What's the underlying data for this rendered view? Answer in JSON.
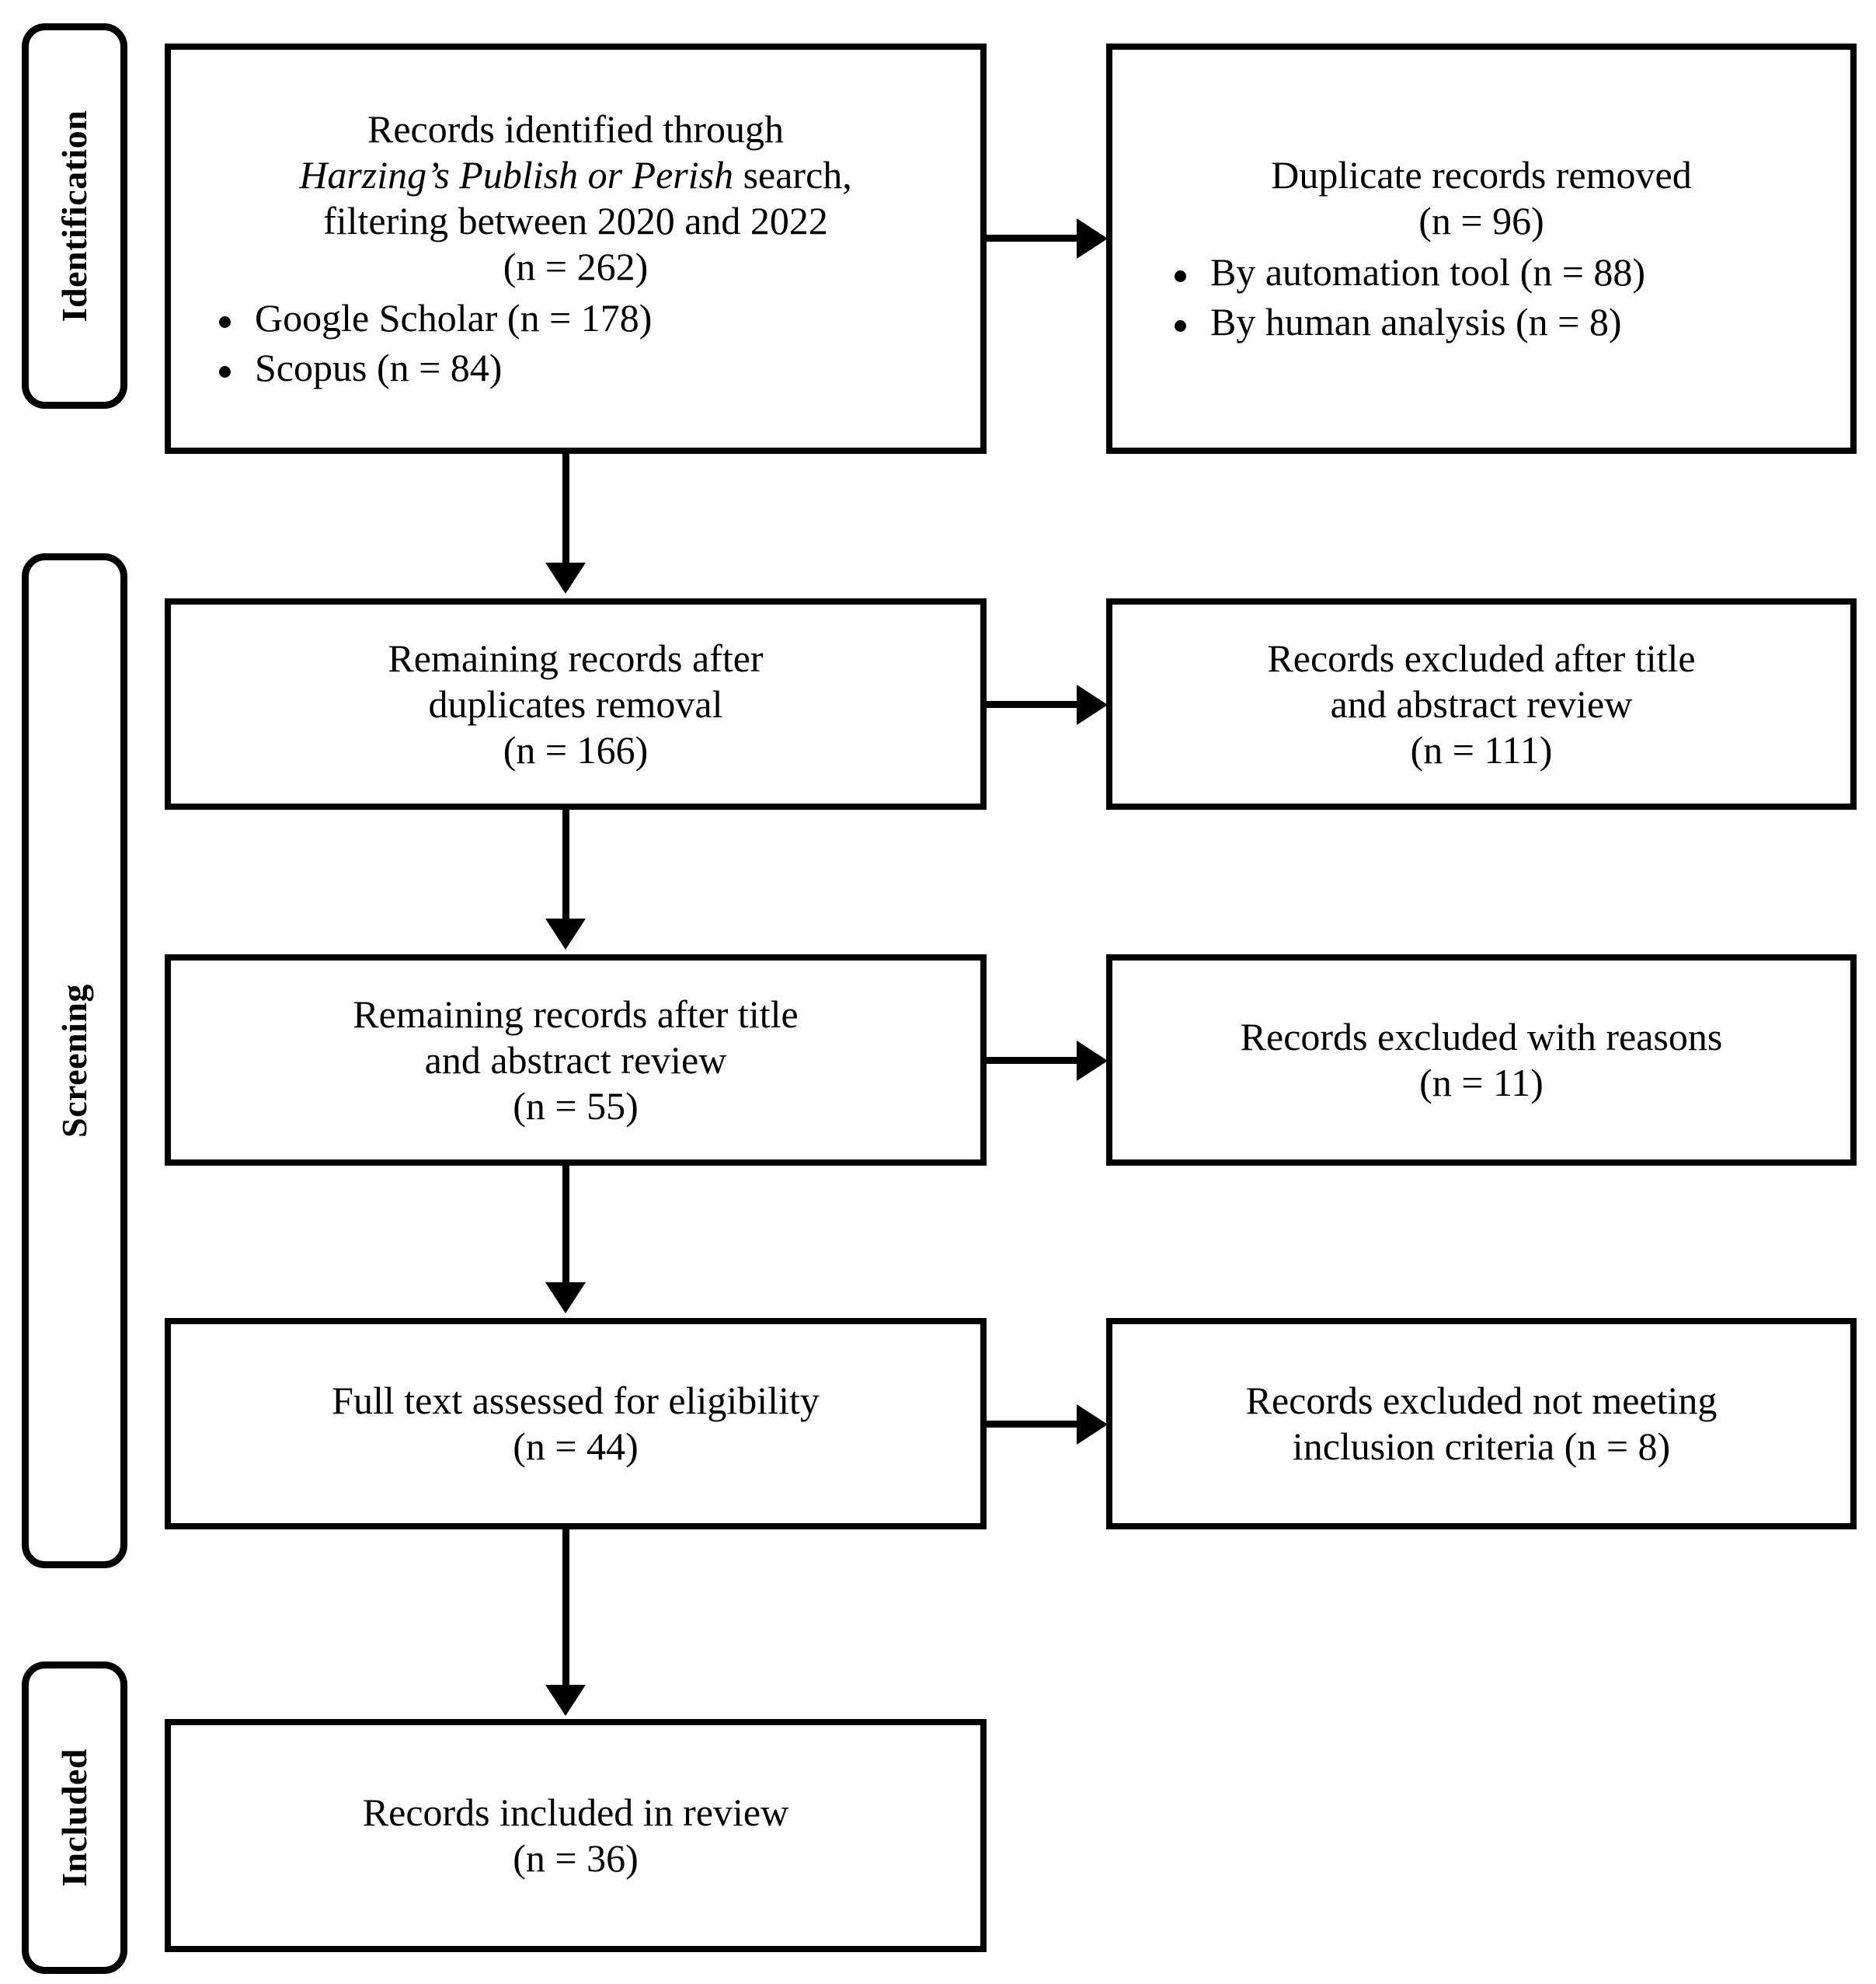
{
  "diagram": {
    "type": "prisma-flow-diagram",
    "stages": [
      {
        "key": "identification",
        "label": "Identification"
      },
      {
        "key": "screening",
        "label": "Screening"
      },
      {
        "key": "included",
        "label": "Included"
      }
    ],
    "boxes": {
      "identified": {
        "line1": "Records identified through",
        "line2_italic": "Harzing’s Publish or Perish",
        "line2_rest": " search,",
        "line3": "filtering between 2020 and 2022",
        "count": "(n = 262)",
        "bullets": [
          "Google Scholar (n = 178)",
          "Scopus (n = 84)"
        ]
      },
      "duplicates_removed": {
        "line1": "Duplicate records removed",
        "count": "(n = 96)",
        "bullets": [
          "By automation tool (n = 88)",
          "By human analysis (n = 8)"
        ]
      },
      "remaining_after_duplicates": {
        "line1": "Remaining records after",
        "line2": "duplicates removal",
        "count": "(n = 166)"
      },
      "excluded_title_abstract": {
        "line1": "Records excluded after title",
        "line2": "and abstract review",
        "count": "(n = 111)"
      },
      "remaining_after_title_abstract": {
        "line1": "Remaining records after title",
        "line2": "and abstract review",
        "count": "(n = 55)"
      },
      "excluded_with_reasons": {
        "line1": "Records excluded with reasons",
        "count": "(n = 11)"
      },
      "full_text_assessed": {
        "line1": "Full text assessed for eligibility",
        "count": "(n = 44)"
      },
      "excluded_not_meeting_criteria": {
        "line1": "Records excluded not meeting",
        "line2": "inclusion criteria (n = 8)"
      },
      "included_in_review": {
        "line1": "Records included in review",
        "count": "(n = 36)"
      }
    },
    "colors": {
      "stroke": "#000000",
      "background": "#ffffff",
      "text": "#000000"
    }
  }
}
